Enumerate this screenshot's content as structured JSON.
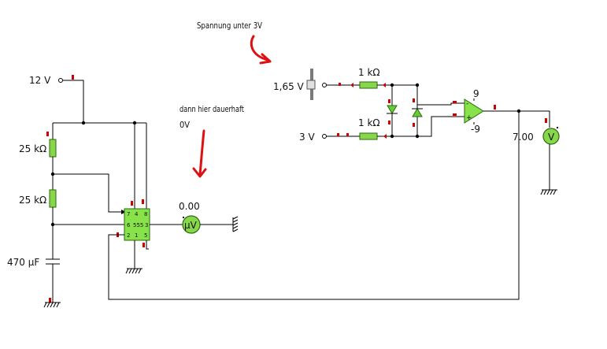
{
  "sources": {
    "v12": "12 V",
    "v165": "1,65 V",
    "v3": "3 V"
  },
  "components": {
    "r1": "25 kΩ",
    "r2": "25 kΩ",
    "cap": "470 µF",
    "r3": "1 kΩ",
    "r4": "1 kΩ",
    "ic_name": "555",
    "ic_pins": {
      "p7": "7",
      "p4": "4",
      "p8": "8",
      "p6": "6",
      "p3": "3",
      "p2": "2",
      "p1": "1",
      "p5": "5"
    },
    "opamp_pos_supply": "9",
    "opamp_neg_supply": "-9",
    "opamp_minus": "-",
    "opamp_plus": "+"
  },
  "meters": {
    "uv_reading": "0.00",
    "uv_unit": "µV",
    "v_reading": "7.00",
    "v_unit": "V"
  },
  "annotations": {
    "note_top": "Spannung unter 3V",
    "note_mid_line1": "dann hier dauerhaft",
    "note_mid_line2": "0V"
  }
}
